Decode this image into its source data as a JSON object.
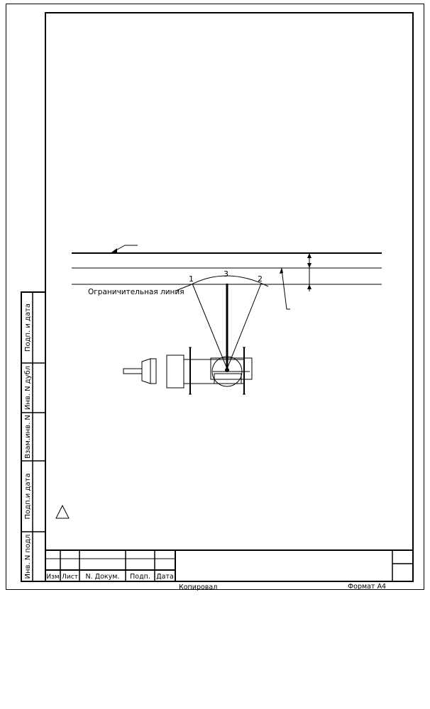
{
  "drawing": {
    "boundary_label": "Ограничительная линия",
    "points": [
      "1",
      "2",
      "3"
    ]
  },
  "side_stamp": {
    "sign_date_1": "Подп. и дата",
    "duplicate_no": "Инв. N дубл",
    "replaced_no": "Взам.инв. N",
    "sign_date_2": "Подп.и дата",
    "original_no": "Инв. N подл"
  },
  "title_block": {
    "col_change": "Изм",
    "col_sheet": "Лист",
    "col_doc_no": "N. Докум.",
    "col_sign": "Подп.",
    "col_date": "Дата"
  },
  "footer": {
    "copied_by": "Копировал",
    "format": "Формат А4"
  }
}
